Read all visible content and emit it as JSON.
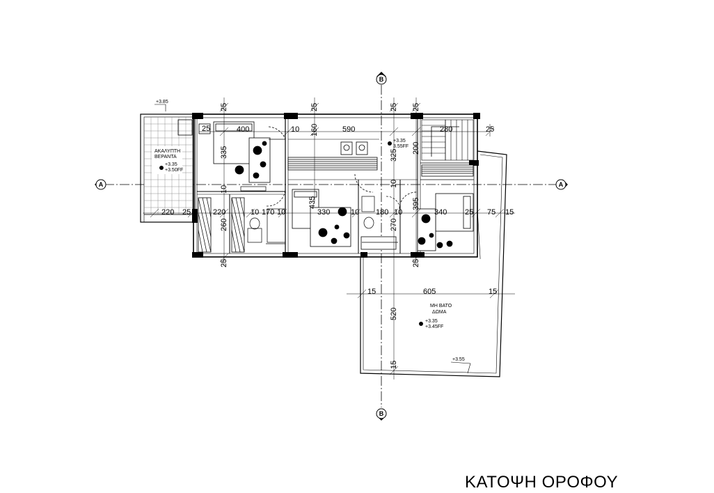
{
  "title": "ΚΑΤΟΨΗ ΟΡΟΦΟΥ",
  "axes": {
    "a": "A",
    "b": "B"
  },
  "levels": {
    "terrace_top": "+3.85",
    "roof_top": "+3.55",
    "veranda_level": "+3.35",
    "veranda_ff": "+3.50FF",
    "hall_level": "+3.35",
    "hall_ff": "3.55FF",
    "roof_level": "+3.35",
    "roof_ff": "+3.45FF"
  },
  "labels": {
    "veranda_line1": "ΑΚΑΛΥΠΤΗ",
    "veranda_line2": "ΒΕΡΑΝΤΑ",
    "roof_line1": "ΜΗ ΒΑΤΟ",
    "roof_line2": "ΔΩΜΑ"
  },
  "dims": {
    "d25a": "25",
    "d25b": "25",
    "d25c": "25",
    "d25d": "25",
    "d400": "400",
    "d10a": "10",
    "d160": "160",
    "d590": "590",
    "d280": "280",
    "d25e": "25",
    "d25f": "25",
    "d335": "335",
    "d325": "325",
    "d200": "200",
    "d10b": "10",
    "d10c": "10",
    "d435": "435",
    "d220a": "220",
    "d25g": "25",
    "d220b": "220",
    "d10d": "10",
    "d170": "170",
    "d10e": "10",
    "d330": "330",
    "d10f": "10",
    "d180": "180",
    "d10g": "10",
    "d340": "340",
    "d25h": "25",
    "d75": "75",
    "d15a": "15",
    "d395": "395",
    "d260": "260",
    "d270": "270",
    "d25i": "25",
    "d25j": "25",
    "d15b": "15",
    "d605": "605",
    "d15c": "15",
    "d520": "520",
    "d15d": "15"
  }
}
